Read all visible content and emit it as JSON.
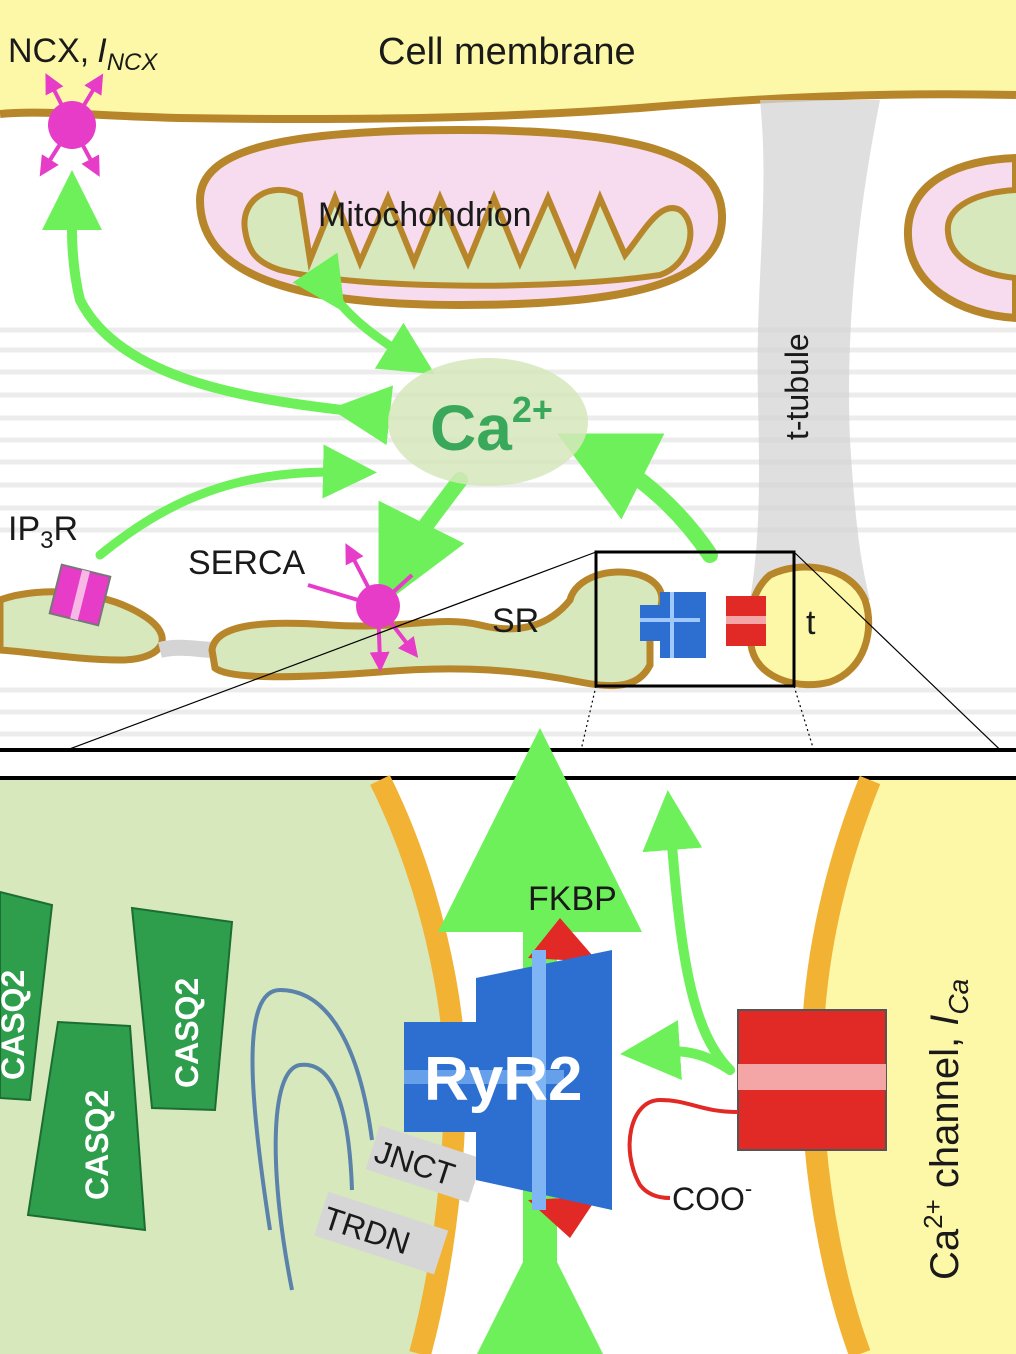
{
  "labels": {
    "ncx": "NCX,",
    "incx_i": "I",
    "incx_sub": "NCX",
    "cell_membrane": "Cell membrane",
    "mitochondrion": "Mitochondrion",
    "t_tubule": "t-tubule",
    "ca_base": "Ca",
    "ca_sup": "2+",
    "ip3r_a": "IP",
    "ip3r_sub": "3",
    "ip3r_b": "R",
    "serca": "SERCA",
    "sr": "SR",
    "t": "t",
    "fkbp": "FKBP",
    "ryr2": "RyR2",
    "jnct": "JNCT",
    "trdn": "TRDN",
    "coo": "COO",
    "coo_sup": "-",
    "casq2": "CASQ2",
    "ca_channel_a": "Ca",
    "ca_channel_sup": "2+",
    "ca_channel_b": " channel, ",
    "ica_i": "I",
    "ica_sub": "Ca"
  },
  "colors": {
    "membrane": "#fdf8a8",
    "membrane_edge": "#b8862a",
    "sr_fill": "#d6e8bc",
    "mito_fill": "#f7dcef",
    "arrow_green": "#6ef05a",
    "ncx_pump": "#e63cc8",
    "ryr2_blue": "#2c6fd1",
    "channel_red": "#e12a25",
    "casq2_green": "#2e9e4c",
    "orange_membrane": "#f2b233",
    "divider": "#000000"
  }
}
